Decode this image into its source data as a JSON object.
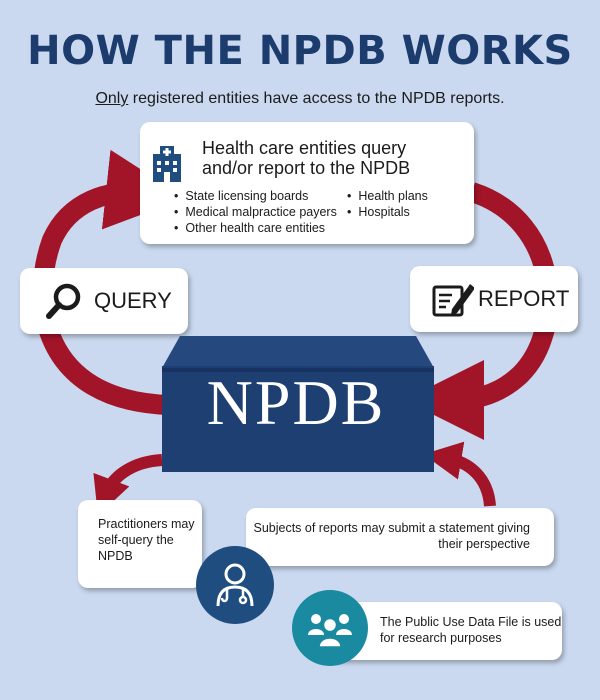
{
  "header": {
    "title": "HOW THE NPDB WORKS",
    "subtitle_emphasis": "Only",
    "subtitle_rest": " registered entities have access to the NPDB reports."
  },
  "entities": {
    "heading": "Health care entities query and/or report to the NPDB",
    "icon": "hospital-icon",
    "list_col1": [
      "State licensing boards",
      "Medical malpractice payers",
      "Other health care entities"
    ],
    "list_col2": [
      "Health plans",
      "Hospitals"
    ]
  },
  "query": {
    "label": "QUERY",
    "icon": "magnifier-icon"
  },
  "report": {
    "label": "REPORT",
    "icon": "report-edit-icon"
  },
  "center": {
    "label": "NPDB"
  },
  "self_query": {
    "text": "Practitioners may self-query the NPDB",
    "icon": "doctor-icon"
  },
  "subjects": {
    "text": "Subjects of reports may submit a statement giving their perspective"
  },
  "public_use": {
    "text": "The Public Use Data File is used for research purposes",
    "icon": "people-group-icon"
  },
  "colors": {
    "background": "#cad9ef",
    "title": "#1d3c6e",
    "arrow": "#a21428",
    "npdb_box": "#1e3f72",
    "doctor_circle": "#1f4d80",
    "group_circle": "#1a8aa0"
  }
}
